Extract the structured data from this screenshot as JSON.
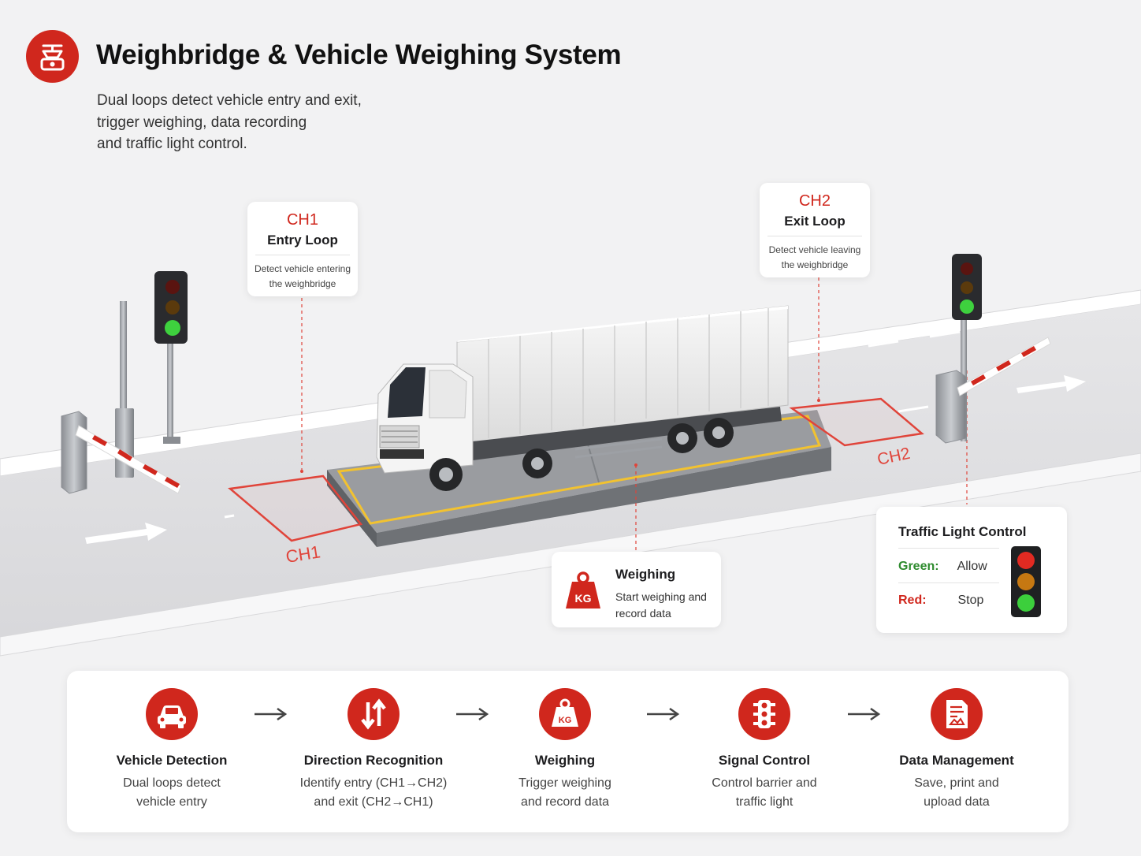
{
  "header": {
    "title": "Weighbridge & Vehicle Weighing System",
    "subtitle_lines": [
      "Dual loops detect vehicle entry and exit,",
      "trigger weighing, data recording",
      "and traffic light control."
    ]
  },
  "colors": {
    "accent": "#d0271d",
    "green": "#2e8b2e",
    "card": "#ffffff",
    "background": "#f2f2f3"
  },
  "loops": {
    "ch1": {
      "code": "CH1",
      "name": "Entry Loop",
      "desc_lines": [
        "Detect vehicle entering",
        "the weighbridge"
      ],
      "ground_label": "CH1"
    },
    "ch2": {
      "code": "CH2",
      "name": "Exit Loop",
      "desc_lines": [
        "Detect vehicle leaving",
        "the weighbridge"
      ],
      "ground_label": "CH2"
    }
  },
  "weighing_card": {
    "icon": "kg-weight-icon",
    "icon_text": "KG",
    "title": "Weighing",
    "desc_lines": [
      "Start weighing and",
      "record data"
    ]
  },
  "traffic_light_card": {
    "title": "Traffic Light Control",
    "rows": [
      {
        "key": "Green:",
        "value": "Allow",
        "color": "#2e8b2e"
      },
      {
        "key": "Red:",
        "value": "Stop",
        "color": "#d0271d"
      }
    ]
  },
  "process_steps": [
    {
      "icon": "car-icon",
      "title": "Vehicle Detection",
      "desc_lines": [
        "Dual loops detect",
        "vehicle entry"
      ]
    },
    {
      "icon": "up-down-arrows-icon",
      "title": "Direction Recognition",
      "desc_lines": [
        "Identify entry (CH1→CH2)",
        "and exit (CH2→CH1)"
      ]
    },
    {
      "icon": "kg-weight-icon",
      "icon_text": "KG",
      "title": "Weighing",
      "desc_lines": [
        "Trigger weighing",
        "and record data"
      ]
    },
    {
      "icon": "traffic-light-icon",
      "title": "Signal Control",
      "desc_lines": [
        "Control barrier and",
        "traffic light"
      ]
    },
    {
      "icon": "document-icon",
      "title": "Data Management",
      "desc_lines": [
        "Save, print and",
        "upload data"
      ]
    }
  ]
}
